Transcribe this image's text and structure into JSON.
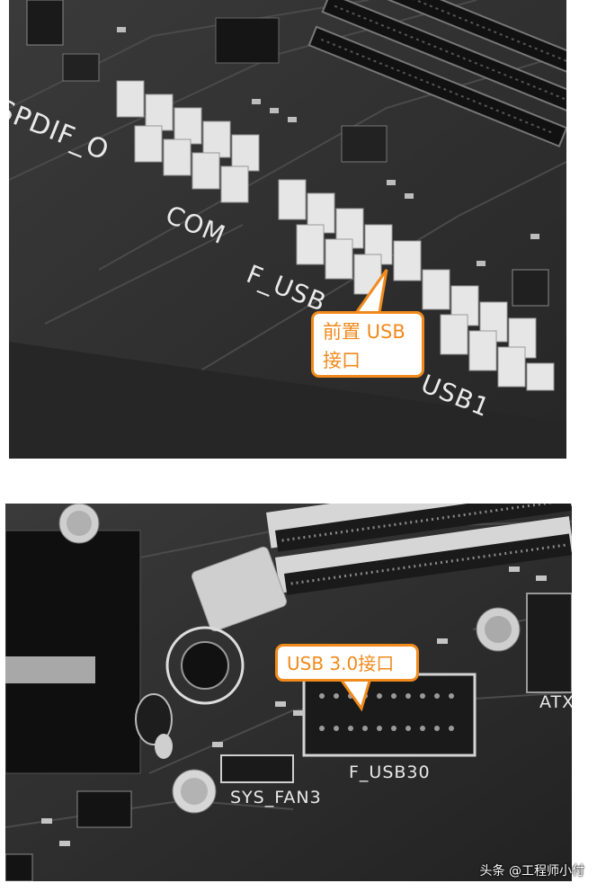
{
  "top_photo": {
    "silkscreen": {
      "spdif": "SPDIF_O",
      "com": "COM",
      "f_usb": "F_USB",
      "usb1": "USB1"
    },
    "callout": {
      "line1": "前置 USB",
      "line2": "接口",
      "border_color": "#f08a1c",
      "text_color": "#f08a1c"
    }
  },
  "bottom_photo": {
    "silkscreen": {
      "sys_fan3": "SYS_FAN3",
      "f_usb30": "F_USB30",
      "atx": "ATX"
    },
    "callout": {
      "text": "USB 3.0接口",
      "border_color": "#f08a1c",
      "text_color": "#f08a1c"
    }
  },
  "watermark": {
    "text": "头条 @工程师小付"
  }
}
